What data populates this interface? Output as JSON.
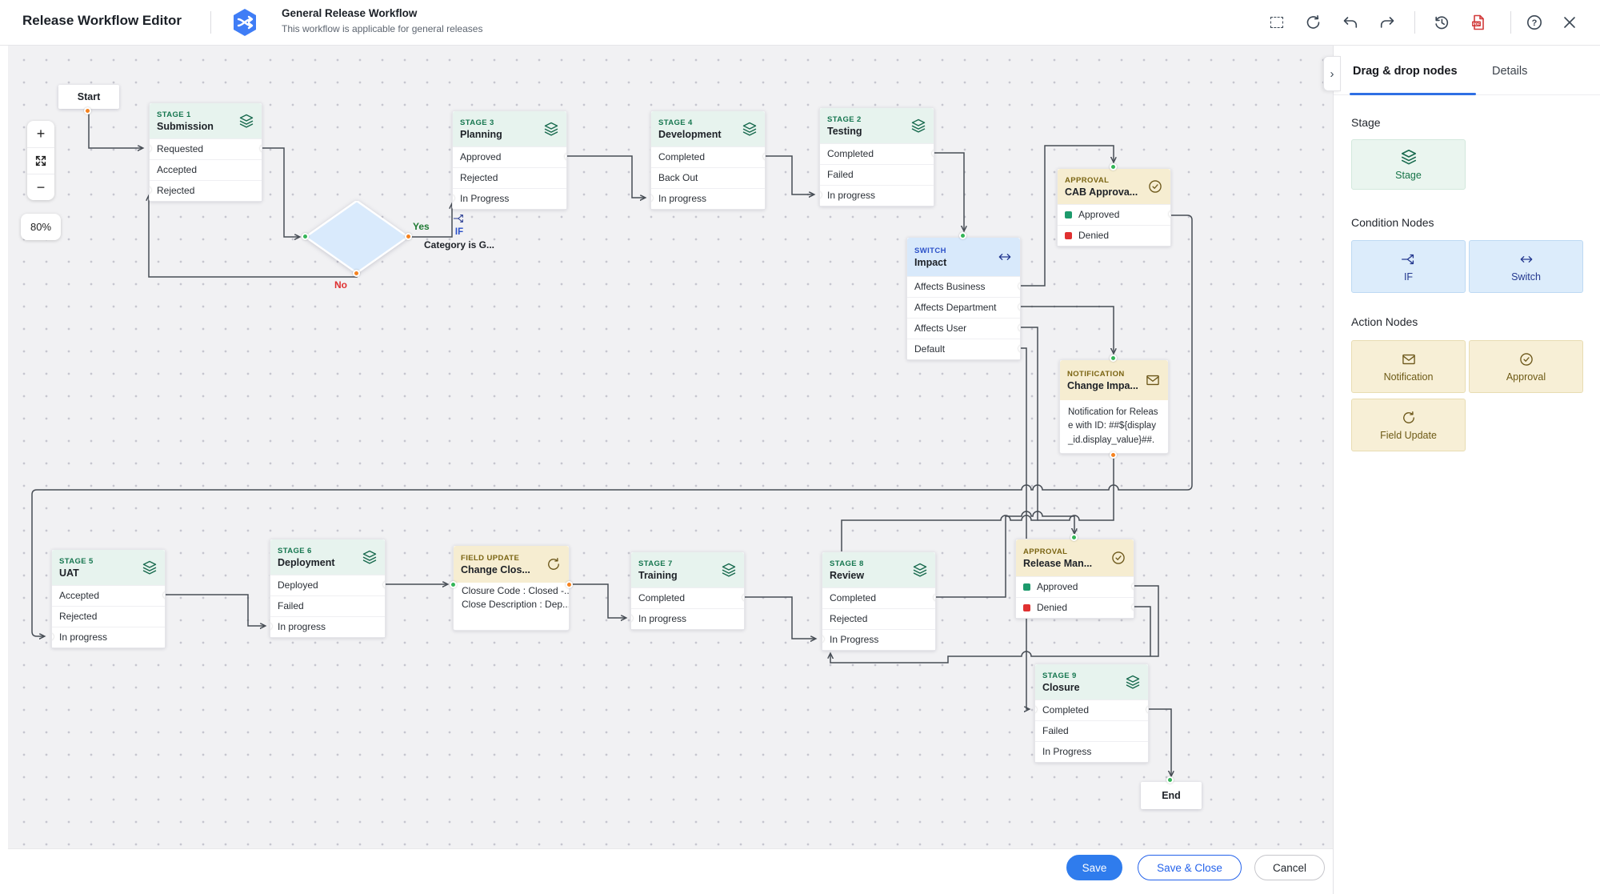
{
  "header": {
    "app_title": "Release Workflow Editor",
    "workflow_name": "General Release Workflow",
    "workflow_description": "This workflow is applicable for general releases"
  },
  "canvas": {
    "controls": {
      "zoom_in": "+",
      "zoom_out": "−",
      "zoom_level": "80%"
    },
    "start_label": "Start",
    "end_label": "End",
    "edge_labels": {
      "yes": "Yes",
      "no": "No"
    },
    "nodes": {
      "stage1": {
        "badge": "STAGE 1",
        "title": "Submission",
        "rows": [
          "Requested",
          "Accepted",
          "Rejected"
        ]
      },
      "if_category": {
        "badge": "IF",
        "title": "Category is G..."
      },
      "stage3": {
        "badge": "STAGE 3",
        "title": "Planning",
        "rows": [
          "Approved",
          "Rejected",
          "In Progress"
        ]
      },
      "stage4": {
        "badge": "STAGE 4",
        "title": "Development",
        "rows": [
          "Completed",
          "Back Out",
          "In progress"
        ]
      },
      "stage2": {
        "badge": "STAGE 2",
        "title": "Testing",
        "rows": [
          "Completed",
          "Failed",
          "In progress"
        ]
      },
      "switch_impact": {
        "badge": "SWITCH",
        "title": "Impact",
        "rows": [
          "Affects Business",
          "Affects Department",
          "Affects User",
          "Default"
        ]
      },
      "cab_approval": {
        "badge": "APPROVAL",
        "title": "CAB Approva...",
        "rows": [
          "Approved",
          "Denied"
        ]
      },
      "notification": {
        "badge": "NOTIFICATION",
        "title": "Change Impa...",
        "body": "Notification for Release with ID: ##${display_id.display_value}##."
      },
      "stage5": {
        "badge": "STAGE 5",
        "title": "UAT",
        "rows": [
          "Accepted",
          "Rejected",
          "In progress"
        ]
      },
      "stage6": {
        "badge": "STAGE 6",
        "title": "Deployment",
        "rows": [
          "Deployed",
          "Failed",
          "In progress"
        ]
      },
      "field_update": {
        "badge": "FIELD UPDATE",
        "title": "Change Clos...",
        "rows": [
          "Closure Code : Closed -...",
          "Close Description : Dep..."
        ]
      },
      "stage7": {
        "badge": "STAGE 7",
        "title": "Training",
        "rows": [
          "Completed",
          "In progress"
        ]
      },
      "stage8": {
        "badge": "STAGE 8",
        "title": "Review",
        "rows": [
          "Completed",
          "Rejected",
          "In Progress"
        ]
      },
      "release_approval": {
        "badge": "APPROVAL",
        "title": "Release Man...",
        "rows": [
          "Approved",
          "Denied"
        ]
      },
      "stage9": {
        "badge": "STAGE 9",
        "title": "Closure",
        "rows": [
          "Completed",
          "Failed",
          "In Progress"
        ]
      }
    }
  },
  "panel": {
    "tabs": [
      {
        "label": "Drag & drop nodes"
      },
      {
        "label": "Details"
      }
    ],
    "sections": {
      "stage": {
        "heading": "Stage",
        "tile_label": "Stage"
      },
      "condition": {
        "heading": "Condition Nodes",
        "tiles": [
          "IF",
          "Switch"
        ]
      },
      "action": {
        "heading": "Action Nodes",
        "tiles": [
          "Notification",
          "Approval",
          "Field Update"
        ]
      }
    }
  },
  "footer": {
    "save": "Save",
    "save_close": "Save & Close",
    "cancel": "Cancel"
  },
  "colors": {
    "accent_blue": "#2f7ced",
    "stage_green": "#15764f",
    "action_yellow": "#7a6412",
    "condition_blue": "#2b50c8",
    "port_in_green": "#35b558",
    "port_out_orange": "#f5821f",
    "approved_square": "#1d9a6c",
    "denied_square": "#e03131",
    "yes_label": "#1f7a33",
    "no_label": "#e03131"
  }
}
